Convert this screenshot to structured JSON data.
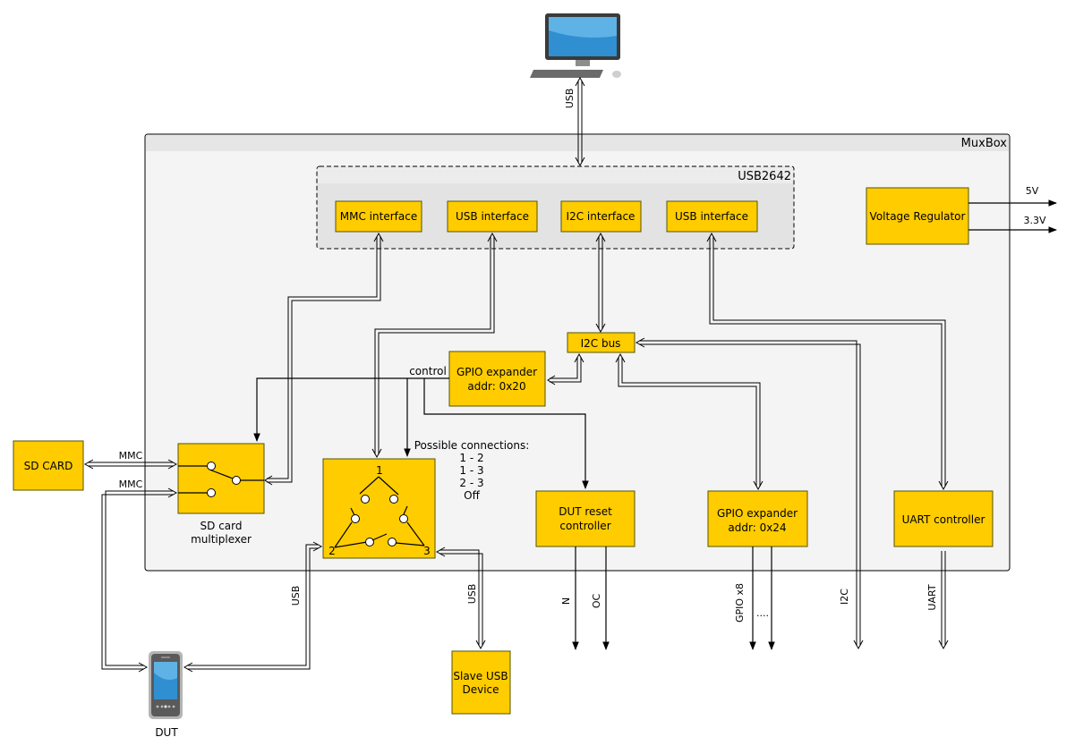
{
  "muxbox": {
    "title": "MuxBox"
  },
  "usb_hub": {
    "title": "USB2642",
    "interfaces": [
      "MMC interface",
      "USB interface",
      "I2C interface",
      "USB interface"
    ]
  },
  "blocks": {
    "voltage_regulator": "Voltage Regulator",
    "i2c_bus": "I2C bus",
    "gpio_expander_20": [
      "GPIO expander",
      "addr: 0x20"
    ],
    "gpio_expander_24": [
      "GPIO expander",
      "addr: 0x24"
    ],
    "dut_reset_controller": [
      "DUT reset",
      "controller"
    ],
    "uart_controller": "UART controller",
    "sd_card": "SD CARD",
    "slave_usb_device": [
      "Slave USB",
      "Device"
    ],
    "sd_mux_caption": [
      "SD card",
      "multiplexer"
    ]
  },
  "usb_switch": {
    "caption": "Possible connections:",
    "connections": [
      "1 - 2",
      "1 - 3",
      "2 - 3",
      "Off"
    ],
    "ports": [
      "1",
      "2",
      "3"
    ]
  },
  "labels": {
    "usb_top": "USB",
    "control": "control",
    "mmc_1": "MMC",
    "mmc_2": "MMC",
    "usb_dut": "USB",
    "usb_slave": "USB",
    "n": "N",
    "oc": "OC",
    "gpio_x8": "GPIO x8",
    "dots": "....",
    "i2c": "I2C",
    "uart": "UART",
    "v5": "5V",
    "v33": "3.3V",
    "dut": "DUT"
  },
  "colors": {
    "block_fill": "#ffcc00",
    "muxbox_fill": "#f4f4f4",
    "hub_fill": "#e3e3e3"
  }
}
